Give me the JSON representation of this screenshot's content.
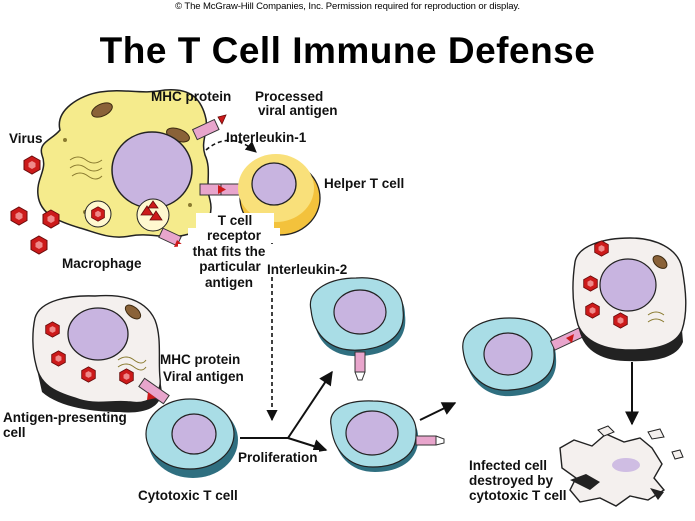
{
  "copyright": "© The McGraw-Hill Companies, Inc. Permission required for reproduction or display.",
  "title": "The T Cell Immune Defense",
  "labels": {
    "mhc_protein_top": "MHC protein",
    "processed_antigen_1": "Processed",
    "processed_antigen_2": "viral antigen",
    "virus": "Virus",
    "interleukin_1": "Interleukin-1",
    "helper_t_cell": "Helper T cell",
    "t_cell_receptor_1": "T cell",
    "t_cell_receptor_2": "receptor",
    "t_cell_receptor_3": "that fits the",
    "t_cell_receptor_4": "particular",
    "t_cell_receptor_5": "antigen",
    "macrophage": "Macrophage",
    "interleukin_2": "Interleukin-2",
    "mhc_protein_bottom": "MHC protein",
    "viral_antigen": "Viral antigen",
    "antigen_presenting_1": "Antigen-presenting",
    "antigen_presenting_2": "cell",
    "proliferation": "Proliferation",
    "cytotoxic_t_cell": "Cytotoxic T cell",
    "infected_destroyed_1": "Infected cell",
    "infected_destroyed_2": "destroyed by",
    "infected_destroyed_3": "cytotoxic T cell"
  },
  "colors": {
    "macrophage_fill": "#f5eb8c",
    "helper_fill": "#f9e07a",
    "helper_rim": "#f3c23c",
    "nucleus_fill": "#c8b4e0",
    "cytotoxic_fill": "#a9dde6",
    "cytotoxic_rim": "#2f6f80",
    "infected_fill": "#f4f0ee",
    "infected_rim": "#333333",
    "virus_red": "#cc1a1a",
    "receptor_pink": "#e8a5cc",
    "mitochondria": "#8a6238"
  }
}
